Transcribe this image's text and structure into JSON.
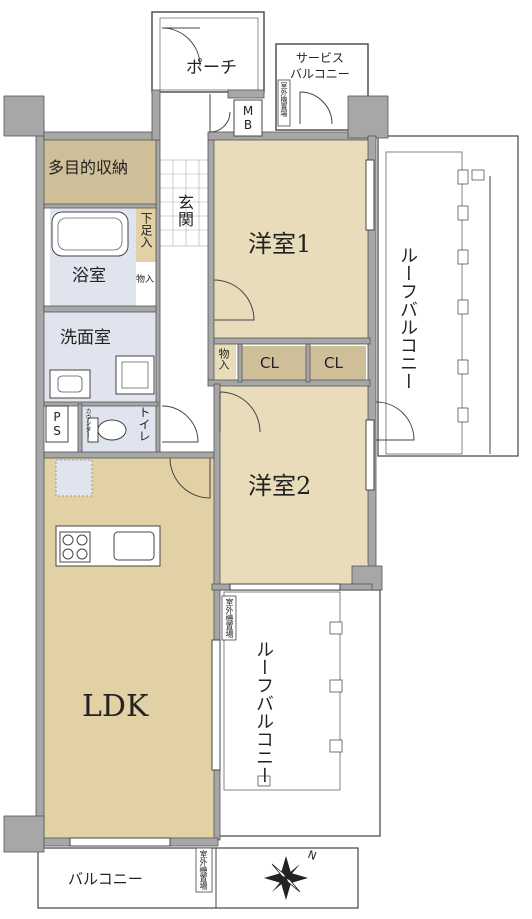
{
  "rooms": {
    "western1": "洋室1",
    "western2": "洋室2",
    "ldk": "LDK",
    "bath": "浴室",
    "washroom": "洗面室",
    "toilet": "トイレ",
    "porch": "ポーチ",
    "entrance": "玄関",
    "multipurpose_storage": "多目的収納",
    "shoe_storage": "下足入",
    "storage_small": "物入",
    "storage_hall": "物入",
    "closet1": "CL",
    "closet2": "CL",
    "mb": "MB",
    "ps": "PS",
    "counter": "カウンター"
  },
  "outdoor": {
    "service_balcony_line1": "サービス",
    "service_balcony_line2": "バルコニー",
    "roof_balcony_top": "ルーフバルコニー",
    "roof_balcony_bottom": "ルーフバルコニー",
    "balcony": "バルコニー",
    "ac_unit_place_top": "室外機置場",
    "ac_unit_place_mid": "室外機置場",
    "ac_unit_place_bottom": "室外機置場"
  },
  "compass": {
    "north_label": "N"
  },
  "colors": {
    "western_room": "#e9dcbb",
    "ldk": "#e3d1a6",
    "storage": "#cfbf98",
    "wet_area": "#dfe4ee",
    "wall": "#a7a7a7",
    "line": "#333333"
  }
}
